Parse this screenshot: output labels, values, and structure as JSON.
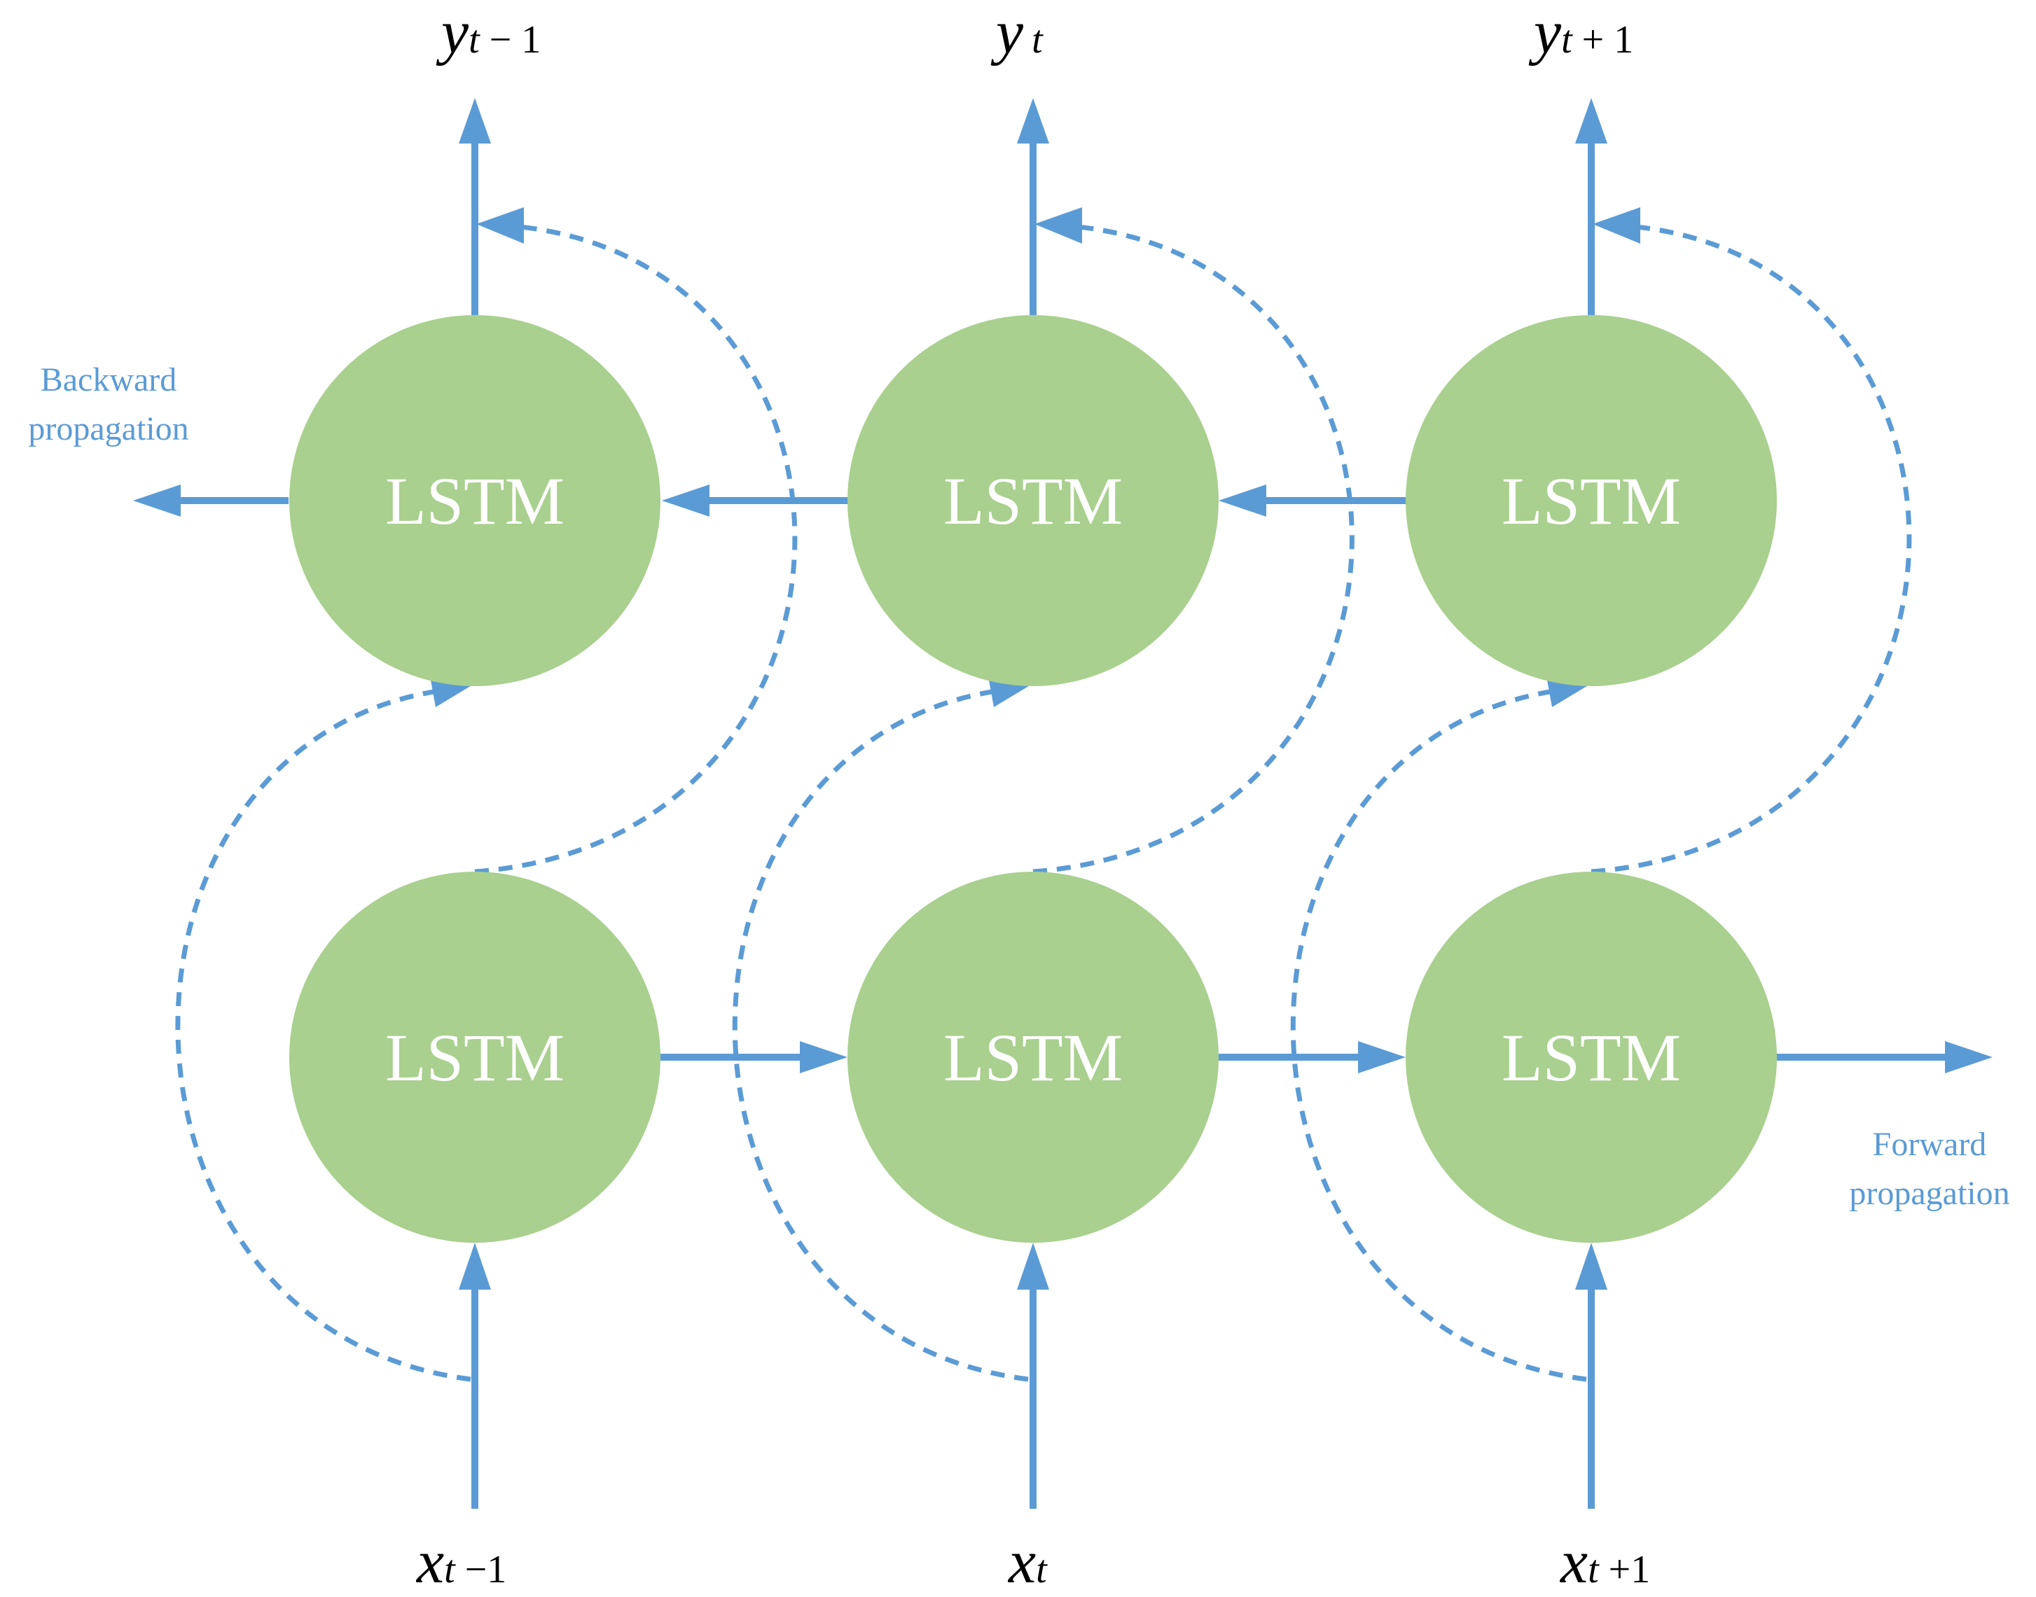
{
  "colors": {
    "node_fill": "#a9d08e",
    "arrow": "#5b9bd5",
    "label_text": "#ffffff",
    "caption_text": "#5b9bd5"
  },
  "nodes": {
    "backward": [
      {
        "label": "LSTM"
      },
      {
        "label": "LSTM"
      },
      {
        "label": "LSTM"
      }
    ],
    "forward": [
      {
        "label": "LSTM"
      },
      {
        "label": "LSTM"
      },
      {
        "label": "LSTM"
      }
    ]
  },
  "outputs": [
    {
      "base": "y",
      "sub_var": "t",
      "sub_rest": " − 1"
    },
    {
      "base": "y",
      "sub_var": "t",
      "sub_rest": ""
    },
    {
      "base": "y",
      "sub_var": "t",
      "sub_rest": " + 1"
    }
  ],
  "inputs": [
    {
      "base": "x",
      "sub_var": "t",
      "sub_rest": " −1"
    },
    {
      "base": "x",
      "sub_var": "t",
      "sub_rest": ""
    },
    {
      "base": "x",
      "sub_var": "t",
      "sub_rest": " +1"
    }
  ],
  "captions": {
    "backward": {
      "line1": "Backward",
      "line2": "propagation"
    },
    "forward": {
      "line1": "Forward",
      "line2": "propagation"
    }
  }
}
